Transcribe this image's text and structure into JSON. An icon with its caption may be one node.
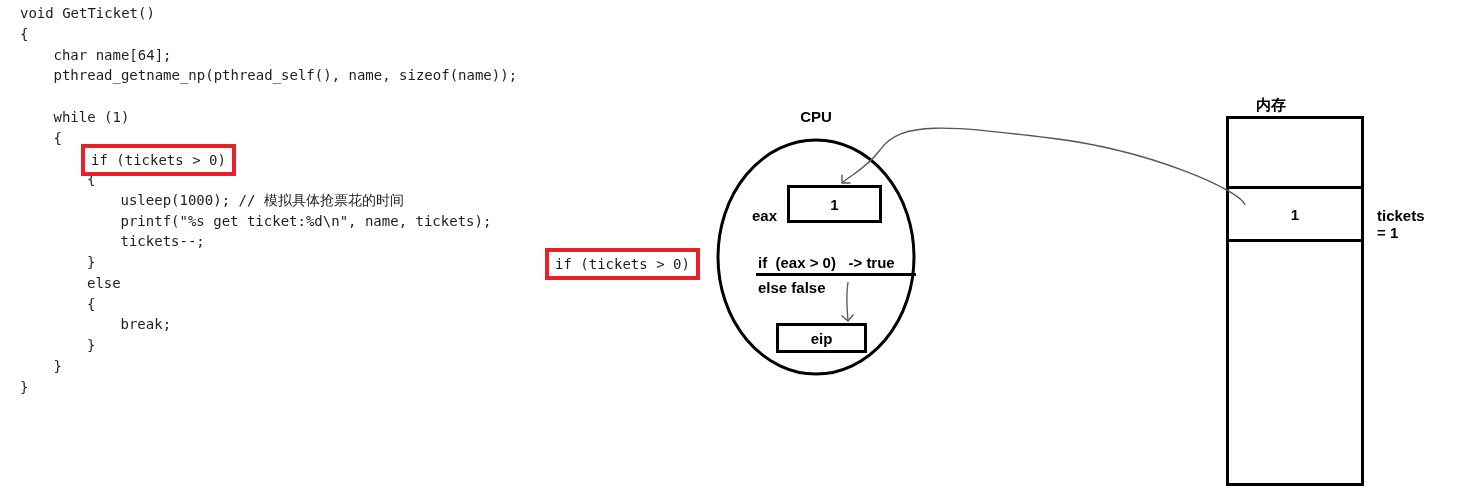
{
  "diagram": {
    "nodes": [
      {
        "text": [
          "CPU"
        ]
      },
      {
        "text": [
          "1"
        ],
        "in": 0,
        "beside": [
          "eax"
        ]
      },
      {
        "text": [
          "if  (eax > 0)   -> true",
          "else false"
        ],
        "in": 0
      },
      {
        "text": [
          "eip"
        ],
        "in": 0
      },
      {
        "text": [
          "内存"
        ]
      },
      {
        "text": [
          "1"
        ],
        "in": 4,
        "beside": [
          "tickets = 1"
        ]
      },
      {
        "text": [
          "if (tickets > 0)"
        ]
      },
      {
        "text": [
          "if (tickets > 0)"
        ]
      }
    ],
    "edges": [
      {
        "from": 5,
        "to": 1,
        "arrow": "to"
      },
      {
        "from": 2,
        "to": 3,
        "arrow": "to"
      }
    ],
    "labels": [
      "void GetTicket()",
      "{",
      "char name[64];",
      "pthread_getname_np(pthread_self(), name, sizeof(name));",
      "while (1)",
      "{",
      "{",
      "usleep(1000); // 模拟具体抢票花的时间",
      "printf(\"%s get ticket:%d\\n\", name, tickets);",
      "tickets--;",
      "}",
      "else",
      "{",
      "break;",
      "}",
      "}",
      "}"
    ]
  }
}
